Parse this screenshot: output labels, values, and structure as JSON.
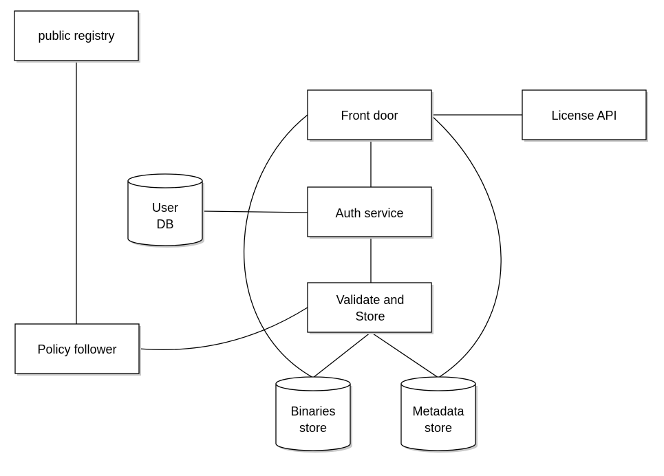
{
  "nodes": {
    "public_registry": "public registry",
    "front_door": "Front door",
    "license_api": "License API",
    "auth_service": "Auth service",
    "user_db": [
      "User",
      "DB"
    ],
    "validate_store": [
      "Validate and",
      "Store"
    ],
    "policy_follower": "Policy follower",
    "binaries_store": [
      "Binaries",
      "store"
    ],
    "metadata_store": [
      "Metadata",
      "store"
    ]
  }
}
